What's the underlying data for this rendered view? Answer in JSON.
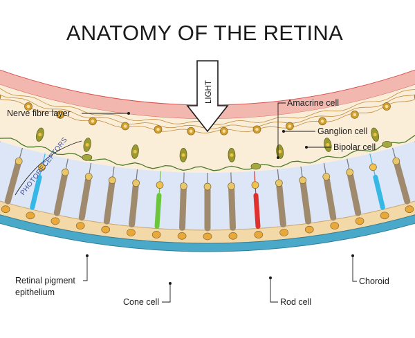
{
  "title": "ANATOMY OF THE RETINA",
  "light_label": "LIGHT",
  "photoreceptors_label": "PHOTORECEPTORS",
  "labels": {
    "nerve_fibre_layer": "Nerve fibre layer",
    "amacrine_cell": "Amacrine cell",
    "ganglion_cell": "Ganglion cell",
    "bipolar_cell": "Bipolar cell",
    "retinal_pigment_epithelium_line1": "Retinal pigment",
    "retinal_pigment_epithelium_line2": "epithelium",
    "choroid": "Choroid",
    "cone_cell": "Cone cell",
    "rod_cell": "Rod cell"
  },
  "colors": {
    "nerve_fibre": "#f2b8b0",
    "nerve_fibre_edge": "#d9534f",
    "outer_layer": "#fbeed8",
    "photoreceptor_bg": "#dde6f6",
    "choroid": "#4aa8c8",
    "pigment": "#f4d9a8",
    "rod": "#a08a6e",
    "cone_blue": "#35b8e6",
    "cone_green": "#6cc63d",
    "cone_red": "#e0312e",
    "bipolar": "#9a9a2e",
    "ganglion": "#d2a030",
    "amacrine": "#a4a840"
  }
}
